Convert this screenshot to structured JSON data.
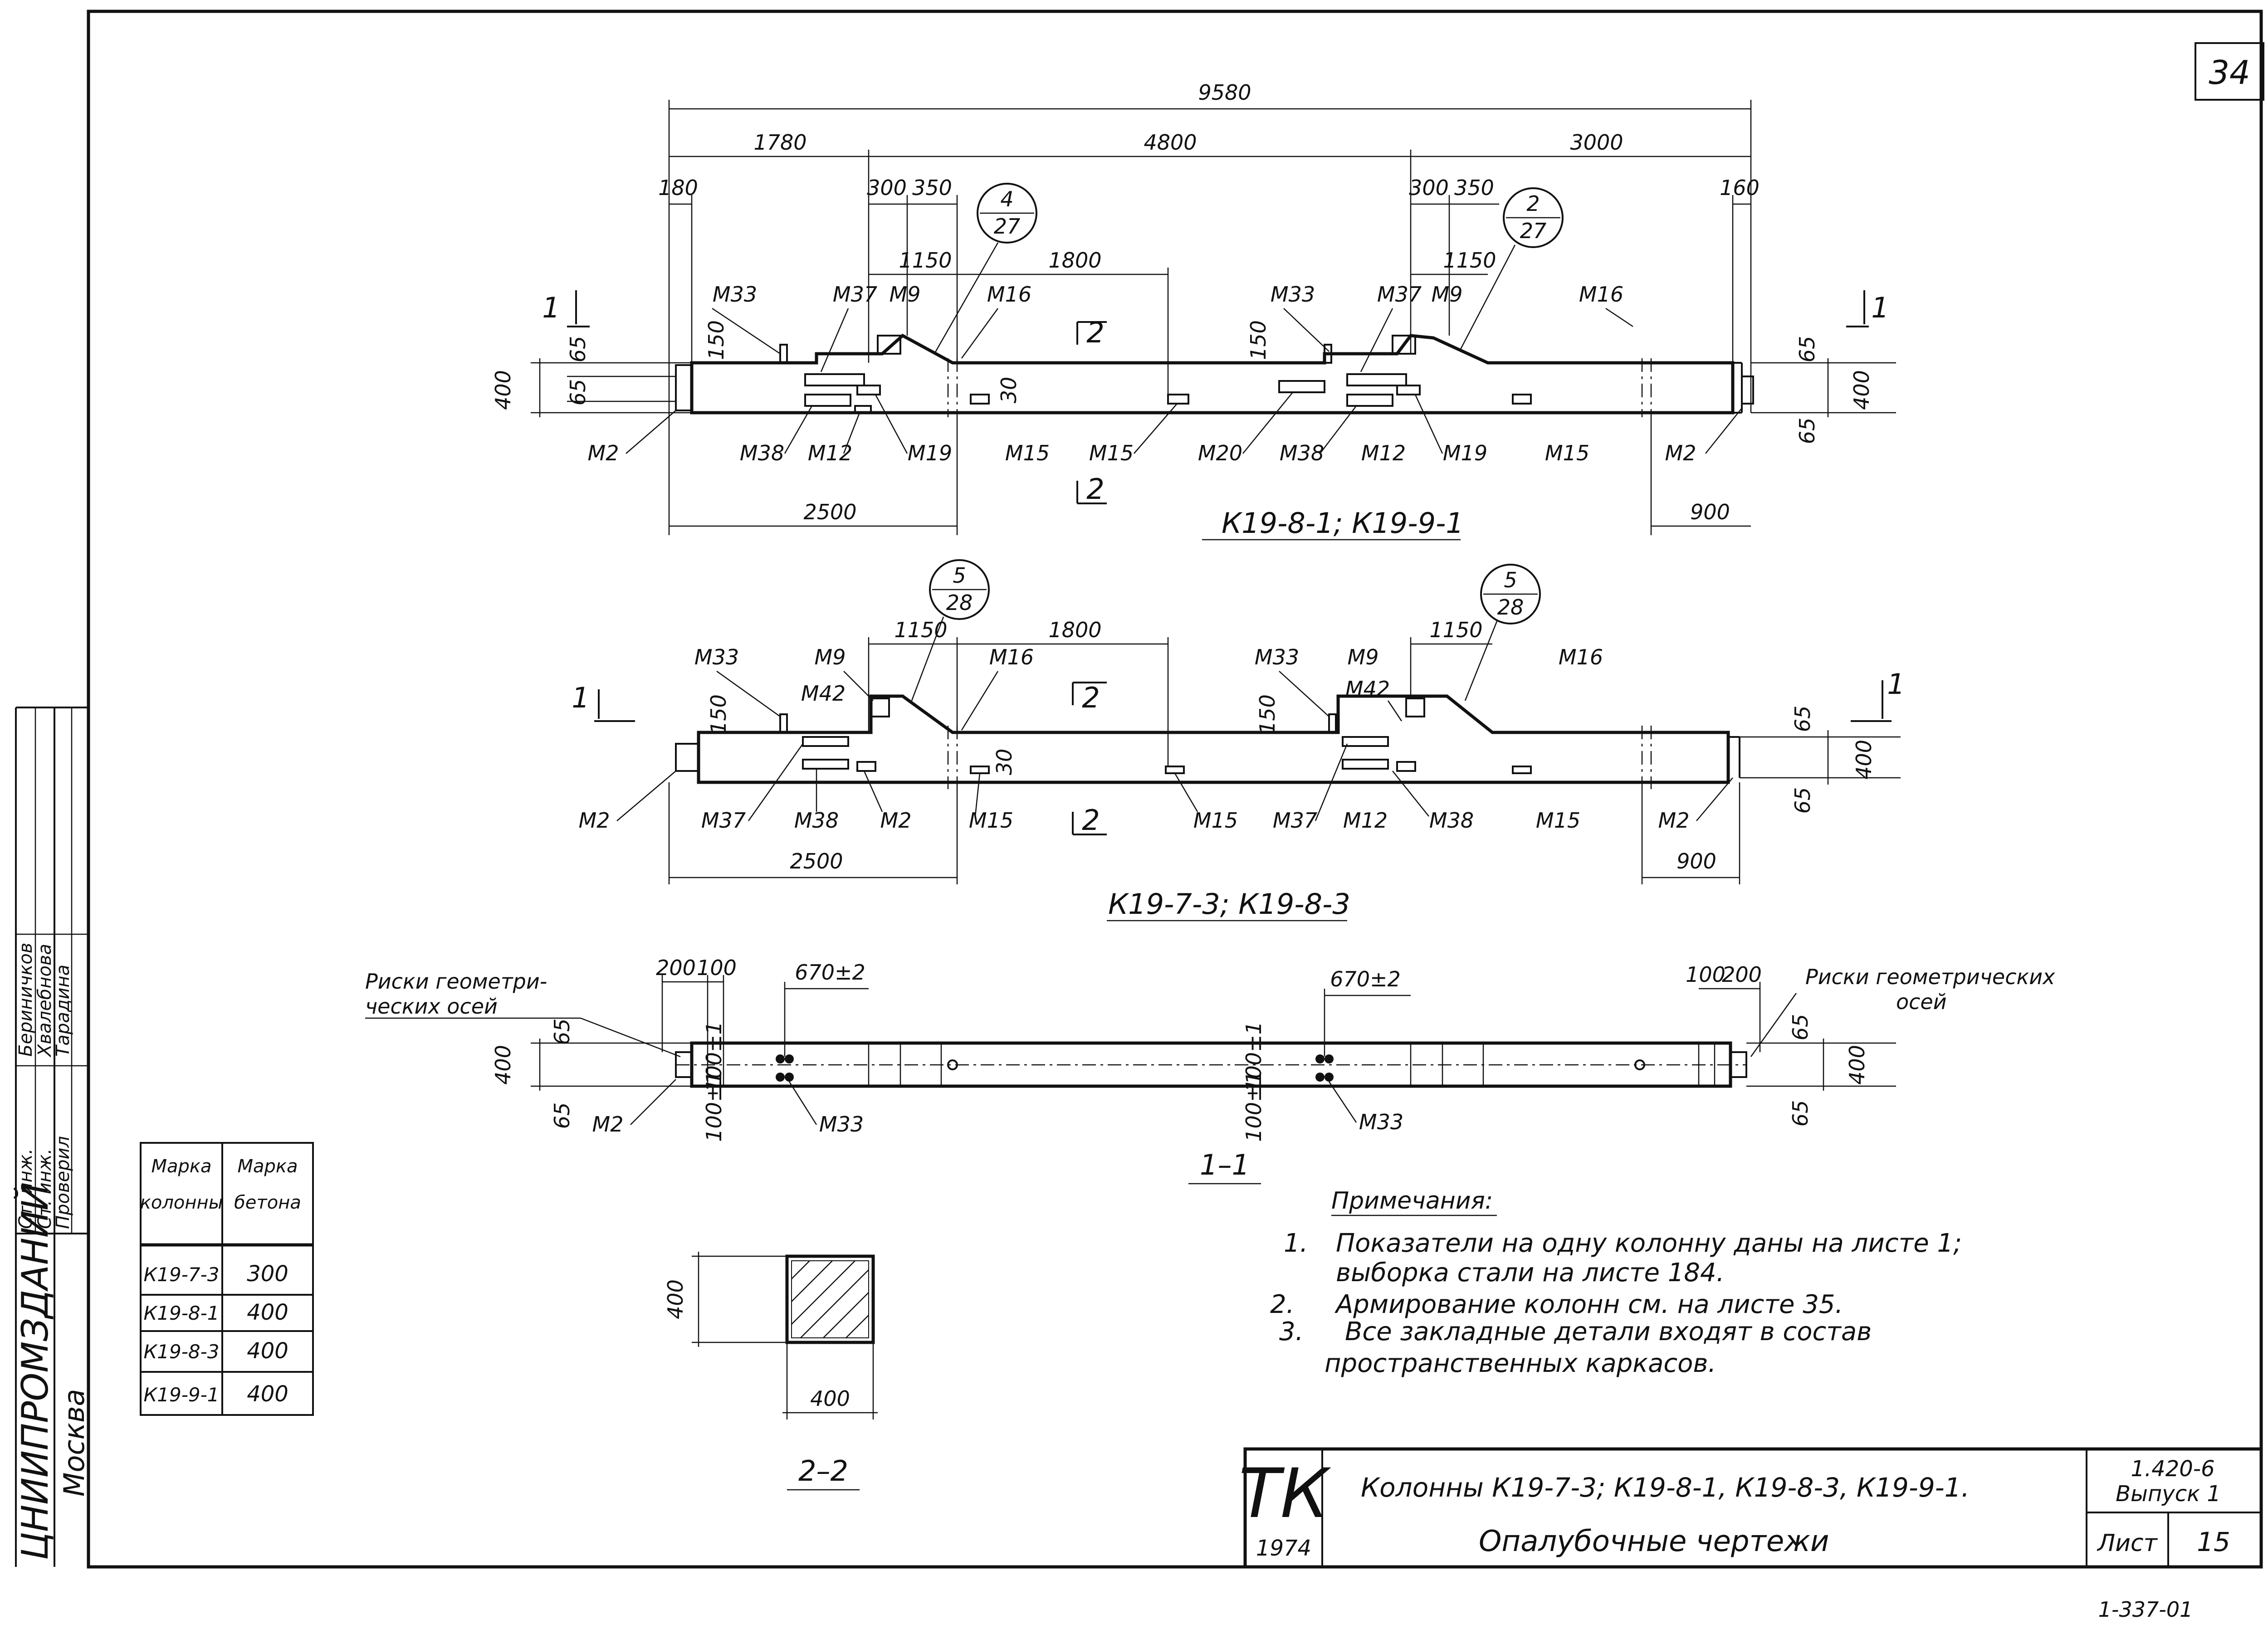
{
  "sheet": {
    "page_number": "34",
    "stamp_code": "1.420-6",
    "issue": "Выпуск 1",
    "sheet_label": "Лист",
    "sheet_number": "15",
    "org_mark": "ТК",
    "year": "1974",
    "title_line1": "Колонны К19-7-3; К19-8-1, К19-8-3, К19-9-1.",
    "title_line2": "Опалубочные чертежи",
    "footer_code": "1-337-01",
    "org_name": "ЦНИИПРОМЗДАНИЙ",
    "org_city": "Москва"
  },
  "signatures": {
    "roles": [
      "Ст. инж.",
      "Ст. инж.",
      "Проверил"
    ],
    "names": [
      "Бериничков",
      "Хвалебнова",
      "Тарадина"
    ]
  },
  "view1": {
    "caption": "К19-8-1; К19-9-1",
    "dims": {
      "total": "9580",
      "d1780": "1780",
      "d4800": "4800",
      "d3000": "3000",
      "d180": "180",
      "d300a": "300",
      "d350a": "350",
      "d300b": "300",
      "d350b": "350",
      "d160": "160",
      "d1150a": "1150",
      "d1800": "1800",
      "d1150b": "1150",
      "d2500": "2500",
      "d900": "900",
      "h400l": "400",
      "h65la": "65",
      "h65lb": "65",
      "h150a": "150",
      "h150b": "150",
      "h30": "30",
      "h400r": "400",
      "h65ra": "65",
      "h65rb": "65"
    },
    "callouts": [
      {
        "top": "4",
        "bottom": "27"
      },
      {
        "top": "2",
        "bottom": "27"
      }
    ],
    "marks": {
      "m33a": "М33",
      "m37a": "М37",
      "m9a": "М9",
      "m16a": "М16",
      "m33b": "М33",
      "m37b": "М37",
      "m9b": "М9",
      "m16b": "М16",
      "m2a": "М2",
      "m38a": "М38",
      "m12a": "М12",
      "m19a": "М19",
      "m15a": "М15",
      "m15b": "М15",
      "m20": "М20",
      "m38b": "М38",
      "m12b": "М12",
      "m19b": "М19",
      "m15c": "М15",
      "m2b": "М2"
    },
    "section_marks": {
      "s1l": "1",
      "s1r": "1",
      "s2top": "2",
      "s2bot": "2"
    }
  },
  "view2": {
    "caption": "К19-7-3; К19-8-3",
    "dims": {
      "d1150a": "1150",
      "d1800": "1800",
      "d1150b": "1150",
      "d2500": "2500",
      "d900": "900",
      "h150a": "150",
      "h150b": "150",
      "h30": "30",
      "h65a": "65",
      "h400": "400",
      "h65b": "65"
    },
    "callouts": [
      {
        "top": "5",
        "bottom": "28"
      },
      {
        "top": "5",
        "bottom": "28"
      }
    ],
    "marks": {
      "m33a": "М33",
      "m9a": "М9",
      "m42a": "М42",
      "m16a": "М16",
      "m33b": "М33",
      "m9b": "М9",
      "m42b": "М42",
      "m16b": "М16",
      "m2a": "М2",
      "m37a": "М37",
      "m38a": "М38",
      "m2b": "М2",
      "m15a": "М15",
      "m15b": "М15",
      "m37b": "М37",
      "m12": "М12",
      "m38b": "М38",
      "m15c": "М15",
      "m2c": "М2"
    },
    "section_marks": {
      "s1l": "1",
      "s1r": "1",
      "s2top": "2",
      "s2bot": "2"
    }
  },
  "section11": {
    "caption": "1–1",
    "left_note": [
      "Риски геометри-",
      "ческих осей"
    ],
    "right_note": [
      "Риски геометрических",
      "осей"
    ],
    "dims": {
      "d200a": "200",
      "d100a": "100",
      "d670a": "670±2",
      "d670b": "670±2",
      "d100b": "100",
      "d200b": "200",
      "h400l": "400",
      "h65la": "65",
      "h65lb": "65",
      "h100a": "100±1",
      "h100b": "100±1",
      "h100c": "100±1",
      "h100d": "100±1",
      "h400r": "400",
      "h65ra": "65",
      "h65rb": "65"
    },
    "marks": {
      "m2": "М2",
      "m33a": "М33",
      "m33b": "М33"
    }
  },
  "section22": {
    "caption": "2–2",
    "height": "400",
    "width": "400"
  },
  "concrete_table": {
    "headers": [
      [
        "Марка",
        "колонны"
      ],
      [
        "Марка",
        "бетона"
      ]
    ],
    "rows": [
      [
        "К19-7-3",
        "300"
      ],
      [
        "К19-8-1",
        "400"
      ],
      [
        "К19-8-3",
        "400"
      ],
      [
        "К19-9-1",
        "400"
      ]
    ]
  },
  "notes": {
    "heading": "Примечания:",
    "items": [
      {
        "num": "1.",
        "lines": [
          "Показатели на одну колонну даны на листе 1;",
          "выборка стали на листе 184."
        ]
      },
      {
        "num": "2.",
        "lines": [
          "Армирование колонн см. на листе 35."
        ]
      },
      {
        "num": "3.",
        "lines": [
          "Все закладные детали входят в состав",
          "пространственных каркасов."
        ]
      }
    ]
  }
}
